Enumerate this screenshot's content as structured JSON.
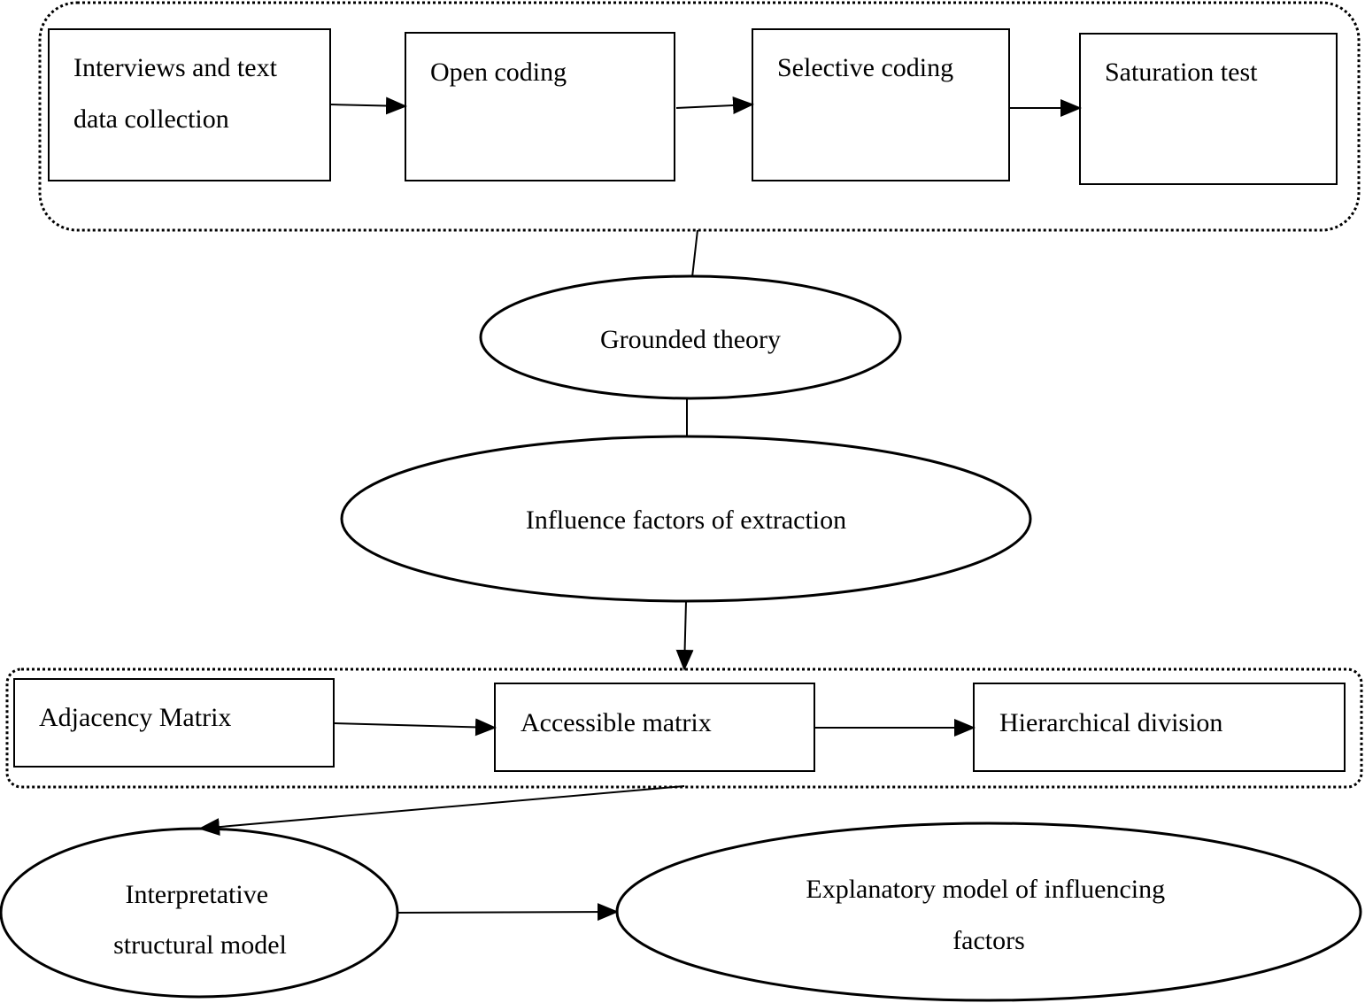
{
  "colors": {
    "stroke": "#000000",
    "background": "#ffffff",
    "text": "#000000"
  },
  "process_group_top": {
    "steps": [
      {
        "lines": [
          "Interviews and text",
          "data collection"
        ]
      },
      {
        "lines": [
          "Open coding"
        ]
      },
      {
        "lines": [
          "Selective coding"
        ]
      },
      {
        "lines": [
          "Saturation test"
        ]
      }
    ]
  },
  "method_nodes": {
    "grounded_theory": "Grounded theory",
    "influence_factors": "Influence factors of extraction"
  },
  "process_group_bottom": {
    "steps": [
      {
        "label": "Adjacency Matrix"
      },
      {
        "label": "Accessible matrix"
      },
      {
        "label": "Hierarchical division"
      }
    ]
  },
  "result_nodes": {
    "ism": {
      "lines": [
        "Interpretative",
        "structural model"
      ]
    },
    "explanatory_model": {
      "lines": [
        "Explanatory model of influencing",
        "factors"
      ]
    }
  }
}
